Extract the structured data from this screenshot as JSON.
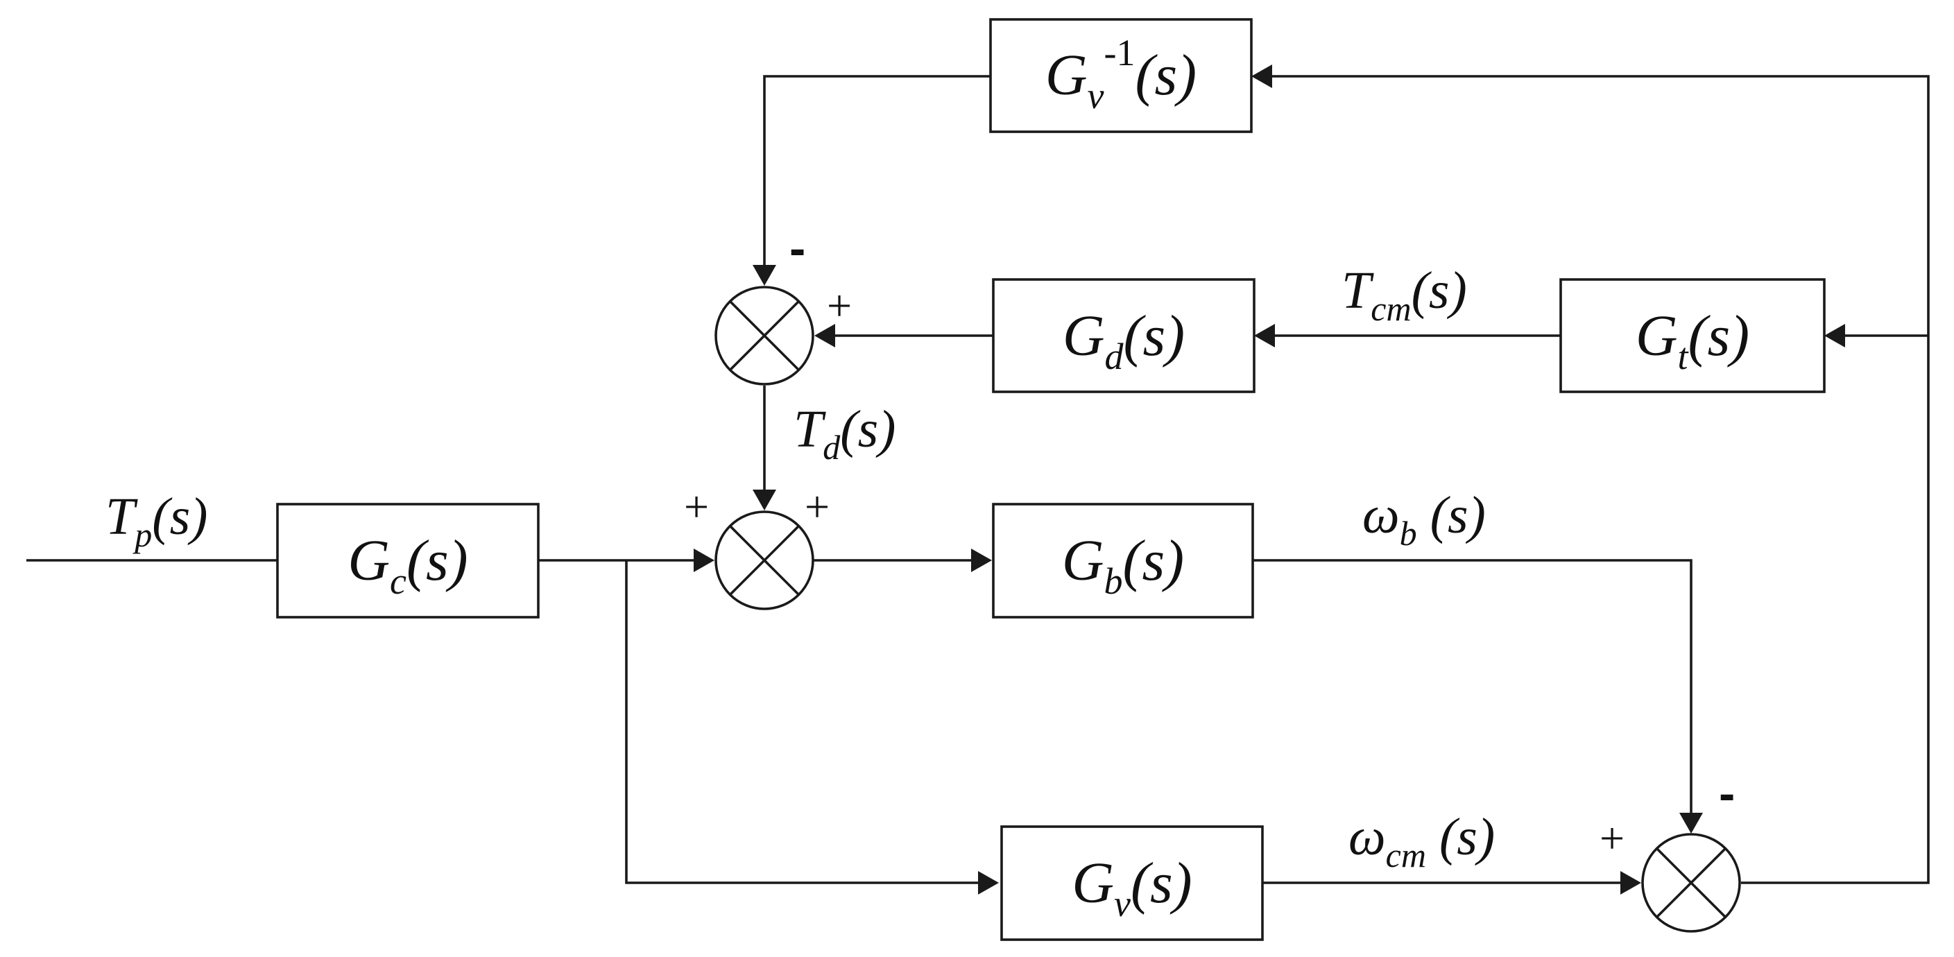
{
  "blocks": {
    "gv_inv": {
      "main": "G",
      "sub": "v",
      "sup": "-1",
      "arg": "(s)"
    },
    "gd": {
      "main": "G",
      "sub": "d",
      "arg": "(s)"
    },
    "gt": {
      "main": "G",
      "sub": "t",
      "arg": "(s)"
    },
    "gc": {
      "main": "G",
      "sub": "c",
      "arg": "(s)"
    },
    "gb": {
      "main": "G",
      "sub": "b",
      "arg": "(s)"
    },
    "gv": {
      "main": "G",
      "sub": "v",
      "arg": "(s)"
    }
  },
  "signals": {
    "tp": {
      "main": "T",
      "sub": "p",
      "arg": "(s)"
    },
    "tcm": {
      "main": "T",
      "sub": "cm",
      "arg": "(s)"
    },
    "td": {
      "main": "T",
      "sub": "d",
      "arg": "(s)"
    },
    "wb": {
      "main": "ω",
      "sub": "b",
      "arg": " (s)"
    },
    "wcm": {
      "main": "ω",
      "sub": "cm",
      "arg": " (s)"
    }
  },
  "signs": {
    "top_minus": "-",
    "top_plus": "+",
    "mid_left_plus": "+",
    "mid_right_plus": "+",
    "bottom_plus": "+",
    "bottom_minus": "-"
  }
}
